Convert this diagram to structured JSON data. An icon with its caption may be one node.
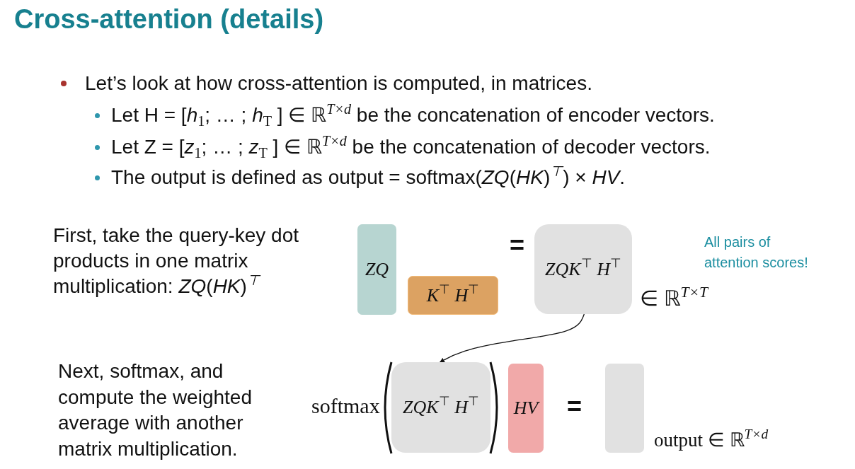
{
  "diagram": {
    "title": "Cross-attention (details)",
    "nodes": [
      {
        "text": [
          "ZQ"
        ]
      },
      {
        "text": [
          "K$^{⊤}$ H$^{⊤}$"
        ]
      },
      {
        "text": [
          "ZQK$^{⊤}$ H$^{⊤}$"
        ],
        "beside": [
          "∈ ℝ$^{T×T}$"
        ]
      },
      {
        "text": [
          "ZQK$^{⊤}$ H$^{⊤}$"
        ]
      },
      {
        "text": [
          "HV"
        ]
      },
      {
        "text": [],
        "shape": "box",
        "beside": [
          "output ∈ ℝ$^{T×d}$"
        ]
      }
    ],
    "edges": [
      {
        "from": 2,
        "to": 3,
        "arrow": "to"
      }
    ],
    "labels": [
      "Let’s look at how cross-attention is computed, in matrices.",
      "Let H = [*h*$_{1}$; … ; *h*$_{T}$ ] ∈ ℝ$^{T×d}$ be the concatenation of encoder vectors.",
      "Let Z = [*z*$_{1}$; … ; *z*$_{T}$ ] ∈ ℝ$^{T×d}$ be the concatenation of decoder vectors.",
      "The output is defined as output = softmax(*ZQ*(*HK*)$^{⊤}$) × *HV*.",
      "First, take the query-key dot products in one matrix multiplication: *ZQ*(*HK*)$^{⊤}$",
      "=",
      "All pairs of attention scores!",
      "softmax",
      "=",
      "Next, softmax, and compute the weighted average with another matrix multiplication."
    ]
  }
}
